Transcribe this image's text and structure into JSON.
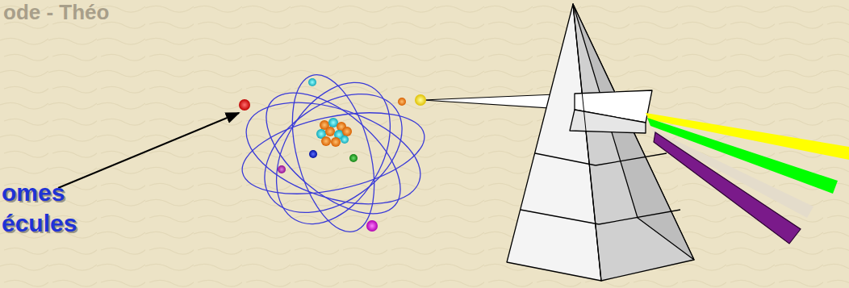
{
  "diagram": {
    "labels": [
      "ode - Théo",
      "omes",
      "écules"
    ]
  }
}
